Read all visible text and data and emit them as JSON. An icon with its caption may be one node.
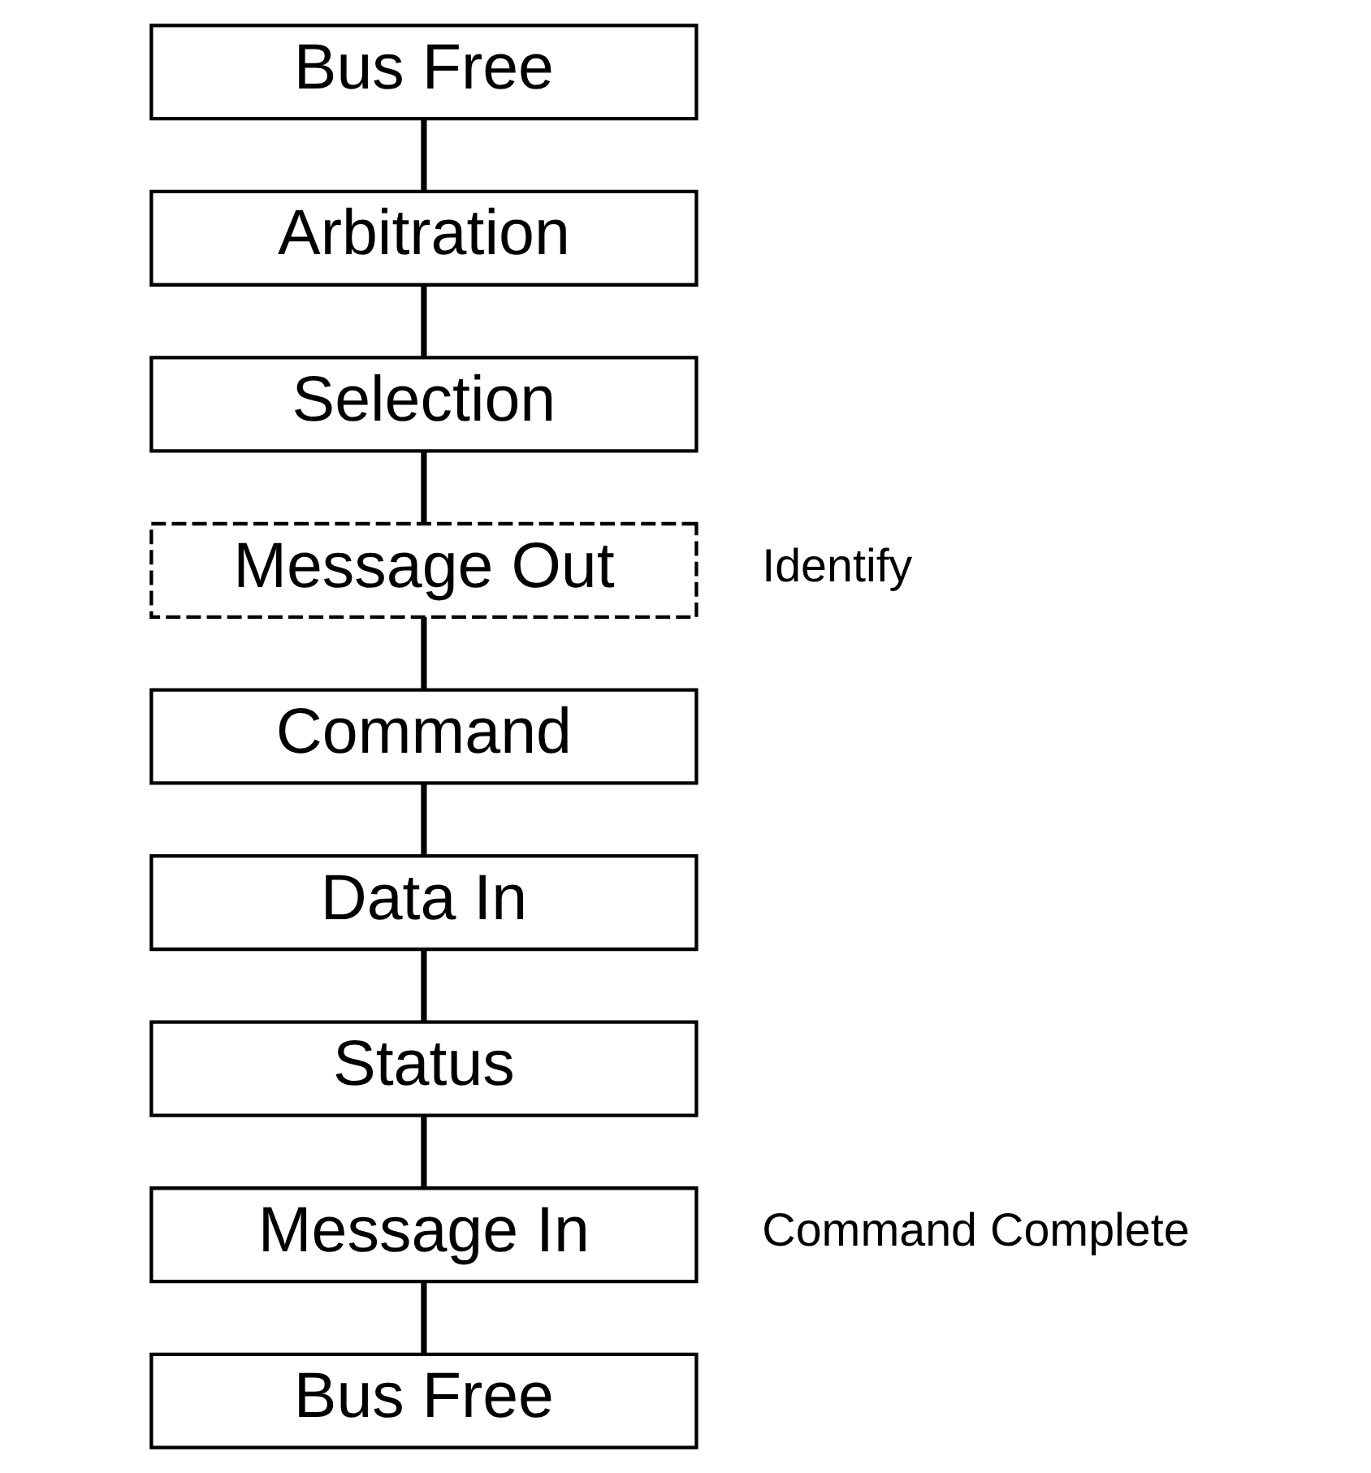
{
  "diagram": {
    "nodes": [
      {
        "text": [
          "Bus Free"
        ]
      },
      {
        "text": [
          "Arbitration"
        ]
      },
      {
        "text": [
          "Selection"
        ]
      },
      {
        "text": [
          "Message Out"
        ],
        "beside": [
          "Identify"
        ]
      },
      {
        "text": [
          "Command"
        ]
      },
      {
        "text": [
          "Data In"
        ]
      },
      {
        "text": [
          "Status"
        ]
      },
      {
        "text": [
          "Message In"
        ],
        "beside": [
          "Command Complete"
        ]
      },
      {
        "text": [
          "Bus Free"
        ]
      }
    ],
    "edges": [
      {
        "from": 0,
        "to": 1,
        "arrow": "none"
      },
      {
        "from": 1,
        "to": 2,
        "arrow": "none"
      },
      {
        "from": 2,
        "to": 3,
        "arrow": "none"
      },
      {
        "from": 3,
        "to": 4,
        "arrow": "none"
      },
      {
        "from": 4,
        "to": 5,
        "arrow": "none"
      },
      {
        "from": 5,
        "to": 6,
        "arrow": "none"
      },
      {
        "from": 6,
        "to": 7,
        "arrow": "none"
      },
      {
        "from": 7,
        "to": 8,
        "arrow": "none"
      }
    ]
  }
}
